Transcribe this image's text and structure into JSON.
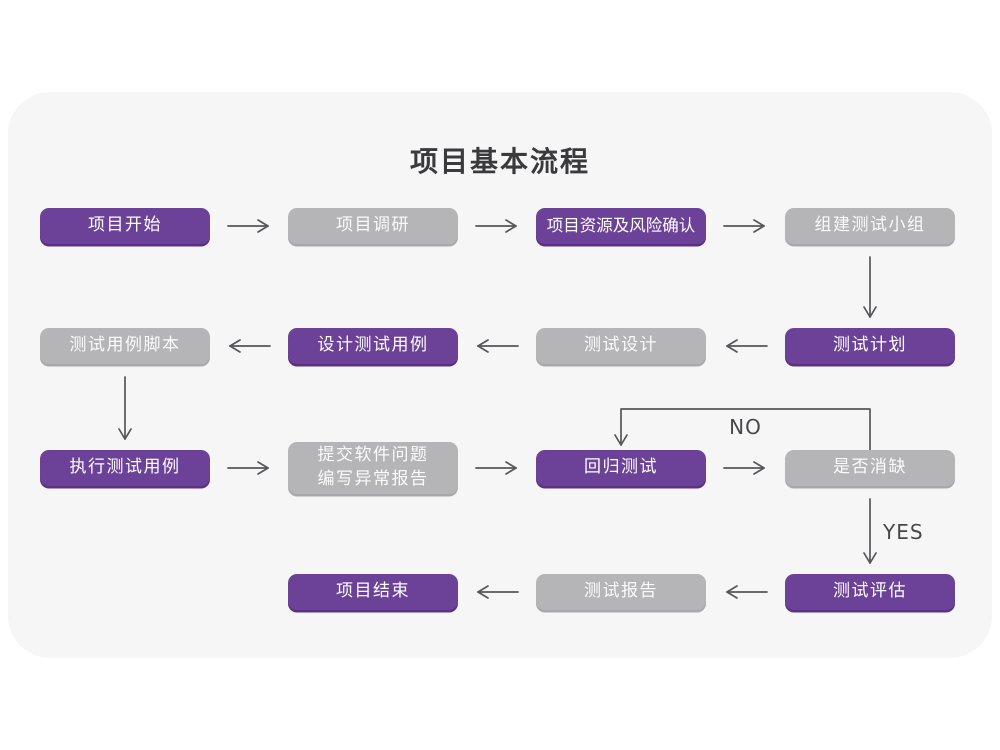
{
  "title": "项目基本流程",
  "colors": {
    "page_background": "#ffffff",
    "card_background": "#f6f6f7",
    "purple": "#6c4298",
    "purple_dark": "#5b3184",
    "gray": "#b5b4b6",
    "gray_dark": "#a9a8ac",
    "node_text": "#ffffff",
    "gray_node_text": "#fbfbfc",
    "arrow": "#56565a",
    "title_text": "#3a3a3c"
  },
  "nodes": [
    {
      "id": "start",
      "label": "项目开始",
      "variant": "purple",
      "row": 0,
      "col": 0
    },
    {
      "id": "survey",
      "label": "项目调研",
      "variant": "gray",
      "row": 0,
      "col": 1
    },
    {
      "id": "risk",
      "label": "项目资源及风险确认",
      "variant": "purple",
      "row": 0,
      "col": 2,
      "long": true
    },
    {
      "id": "team",
      "label": "组建测试小组",
      "variant": "gray",
      "row": 0,
      "col": 3
    },
    {
      "id": "script",
      "label": "测试用例脚本",
      "variant": "gray",
      "row": 1,
      "col": 0
    },
    {
      "id": "design-case",
      "label": "设计测试用例",
      "variant": "purple",
      "row": 1,
      "col": 1
    },
    {
      "id": "test-design",
      "label": "测试设计",
      "variant": "gray",
      "row": 1,
      "col": 2
    },
    {
      "id": "plan",
      "label": "测试计划",
      "variant": "purple",
      "row": 1,
      "col": 3
    },
    {
      "id": "execute",
      "label": "执行测试用例",
      "variant": "purple",
      "row": 2,
      "col": 0
    },
    {
      "id": "submit",
      "label": "提交软件问题\n编写异常报告",
      "variant": "gray",
      "row": 2,
      "col": 1,
      "tall": true
    },
    {
      "id": "regression",
      "label": "回归测试",
      "variant": "purple",
      "row": 2,
      "col": 2
    },
    {
      "id": "check",
      "label": "是否消缺",
      "variant": "gray",
      "row": 2,
      "col": 3
    },
    {
      "id": "end",
      "label": "项目结束",
      "variant": "purple",
      "row": 3,
      "col": 1
    },
    {
      "id": "report",
      "label": "测试报告",
      "variant": "gray",
      "row": 3,
      "col": 2
    },
    {
      "id": "evaluate",
      "label": "测试评估",
      "variant": "purple",
      "row": 3,
      "col": 3
    }
  ],
  "edges": [
    {
      "from": "start",
      "to": "survey",
      "type": "right"
    },
    {
      "from": "survey",
      "to": "risk",
      "type": "right"
    },
    {
      "from": "risk",
      "to": "team",
      "type": "right"
    },
    {
      "from": "team",
      "to": "plan",
      "type": "down"
    },
    {
      "from": "plan",
      "to": "test-design",
      "type": "left"
    },
    {
      "from": "test-design",
      "to": "design-case",
      "type": "left"
    },
    {
      "from": "design-case",
      "to": "script",
      "type": "left"
    },
    {
      "from": "script",
      "to": "execute",
      "type": "down"
    },
    {
      "from": "execute",
      "to": "submit",
      "type": "right"
    },
    {
      "from": "submit",
      "to": "regression",
      "type": "right"
    },
    {
      "from": "regression",
      "to": "check",
      "type": "right"
    },
    {
      "from": "check",
      "to": "regression",
      "type": "loop-top",
      "label": "NO"
    },
    {
      "from": "check",
      "to": "evaluate",
      "type": "down",
      "label": "YES"
    },
    {
      "from": "evaluate",
      "to": "report",
      "type": "left"
    },
    {
      "from": "report",
      "to": "end",
      "type": "left"
    }
  ]
}
